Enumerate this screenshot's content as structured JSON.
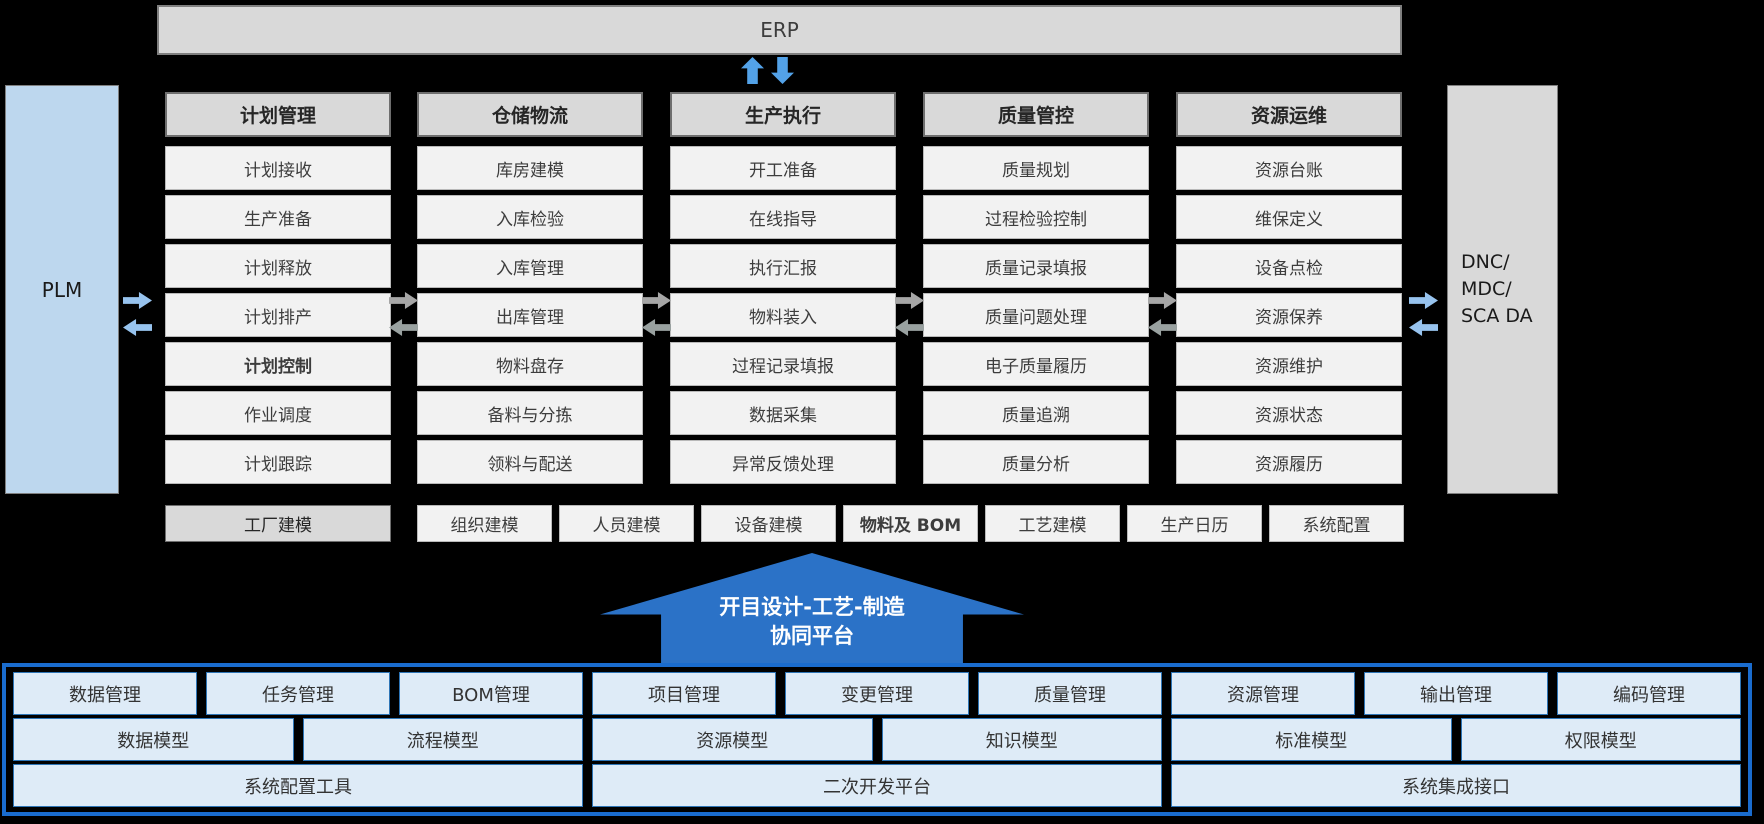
{
  "colors": {
    "background": "#000000",
    "panel_gray": "#D9D9D9",
    "item_gray": "#F2F2F2",
    "plm_blue": "#BDD7EE",
    "platform_arrow_blue": "#2B72C7",
    "bottom_box_fill": "#DEEBF7",
    "bottom_box_border": "#2E75B6",
    "bottom_outline_blue": "#1A6CCE",
    "erp_arrow_blue": "#53A2E8",
    "side_arrow_blue": "#97C3EE",
    "flow_arrow_gray": "#A6A6A6"
  },
  "erp": {
    "label": "ERP"
  },
  "plm": {
    "label": "PLM"
  },
  "dnc": {
    "lines": [
      "DNC/",
      "MDC/",
      "SCA DA"
    ]
  },
  "columns": [
    {
      "header": "计划管理",
      "items": [
        "计划接收",
        "生产准备",
        "计划释放",
        "计划排产",
        "计划控制",
        "作业调度",
        "计划跟踪"
      ]
    },
    {
      "header": "仓储物流",
      "items": [
        "库房建模",
        "入库检验",
        "入库管理",
        "出库管理",
        "物料盘存",
        "备料与分拣",
        "领料与配送"
      ]
    },
    {
      "header": "生产执行",
      "items": [
        "开工准备",
        "在线指导",
        "执行汇报",
        "物料装入",
        "过程记录填报",
        "数据采集",
        "异常反馈处理"
      ]
    },
    {
      "header": "质量管控",
      "items": [
        "质量规划",
        "过程检验控制",
        "质量记录填报",
        "质量问题处理",
        "电子质量履历",
        "质量追溯",
        "质量分析"
      ]
    },
    {
      "header": "资源运维",
      "items": [
        "资源台账",
        "维保定义",
        "设备点检",
        "资源保养",
        "资源维护",
        "资源状态",
        "资源履历"
      ]
    }
  ],
  "foundation": {
    "factory": "工厂建模",
    "items": [
      "组织建模",
      "人员建模",
      "设备建模",
      "物料及 BOM",
      "工艺建模",
      "生产日历",
      "系统配置"
    ]
  },
  "platform": {
    "line1": "开目设计-工艺-制造",
    "line2": "协同平台"
  },
  "bottom": {
    "apps": [
      "数据管理",
      "任务管理",
      "BOM管理",
      "项目管理",
      "变更管理",
      "质量管理",
      "资源管理",
      "输出管理",
      "编码管理"
    ],
    "models": [
      "数据模型",
      "流程模型",
      "资源模型",
      "知识模型",
      "标准模型",
      "权限模型"
    ],
    "platforms": [
      "系统配置工具",
      "二次开发平台",
      "系统集成接口"
    ]
  }
}
